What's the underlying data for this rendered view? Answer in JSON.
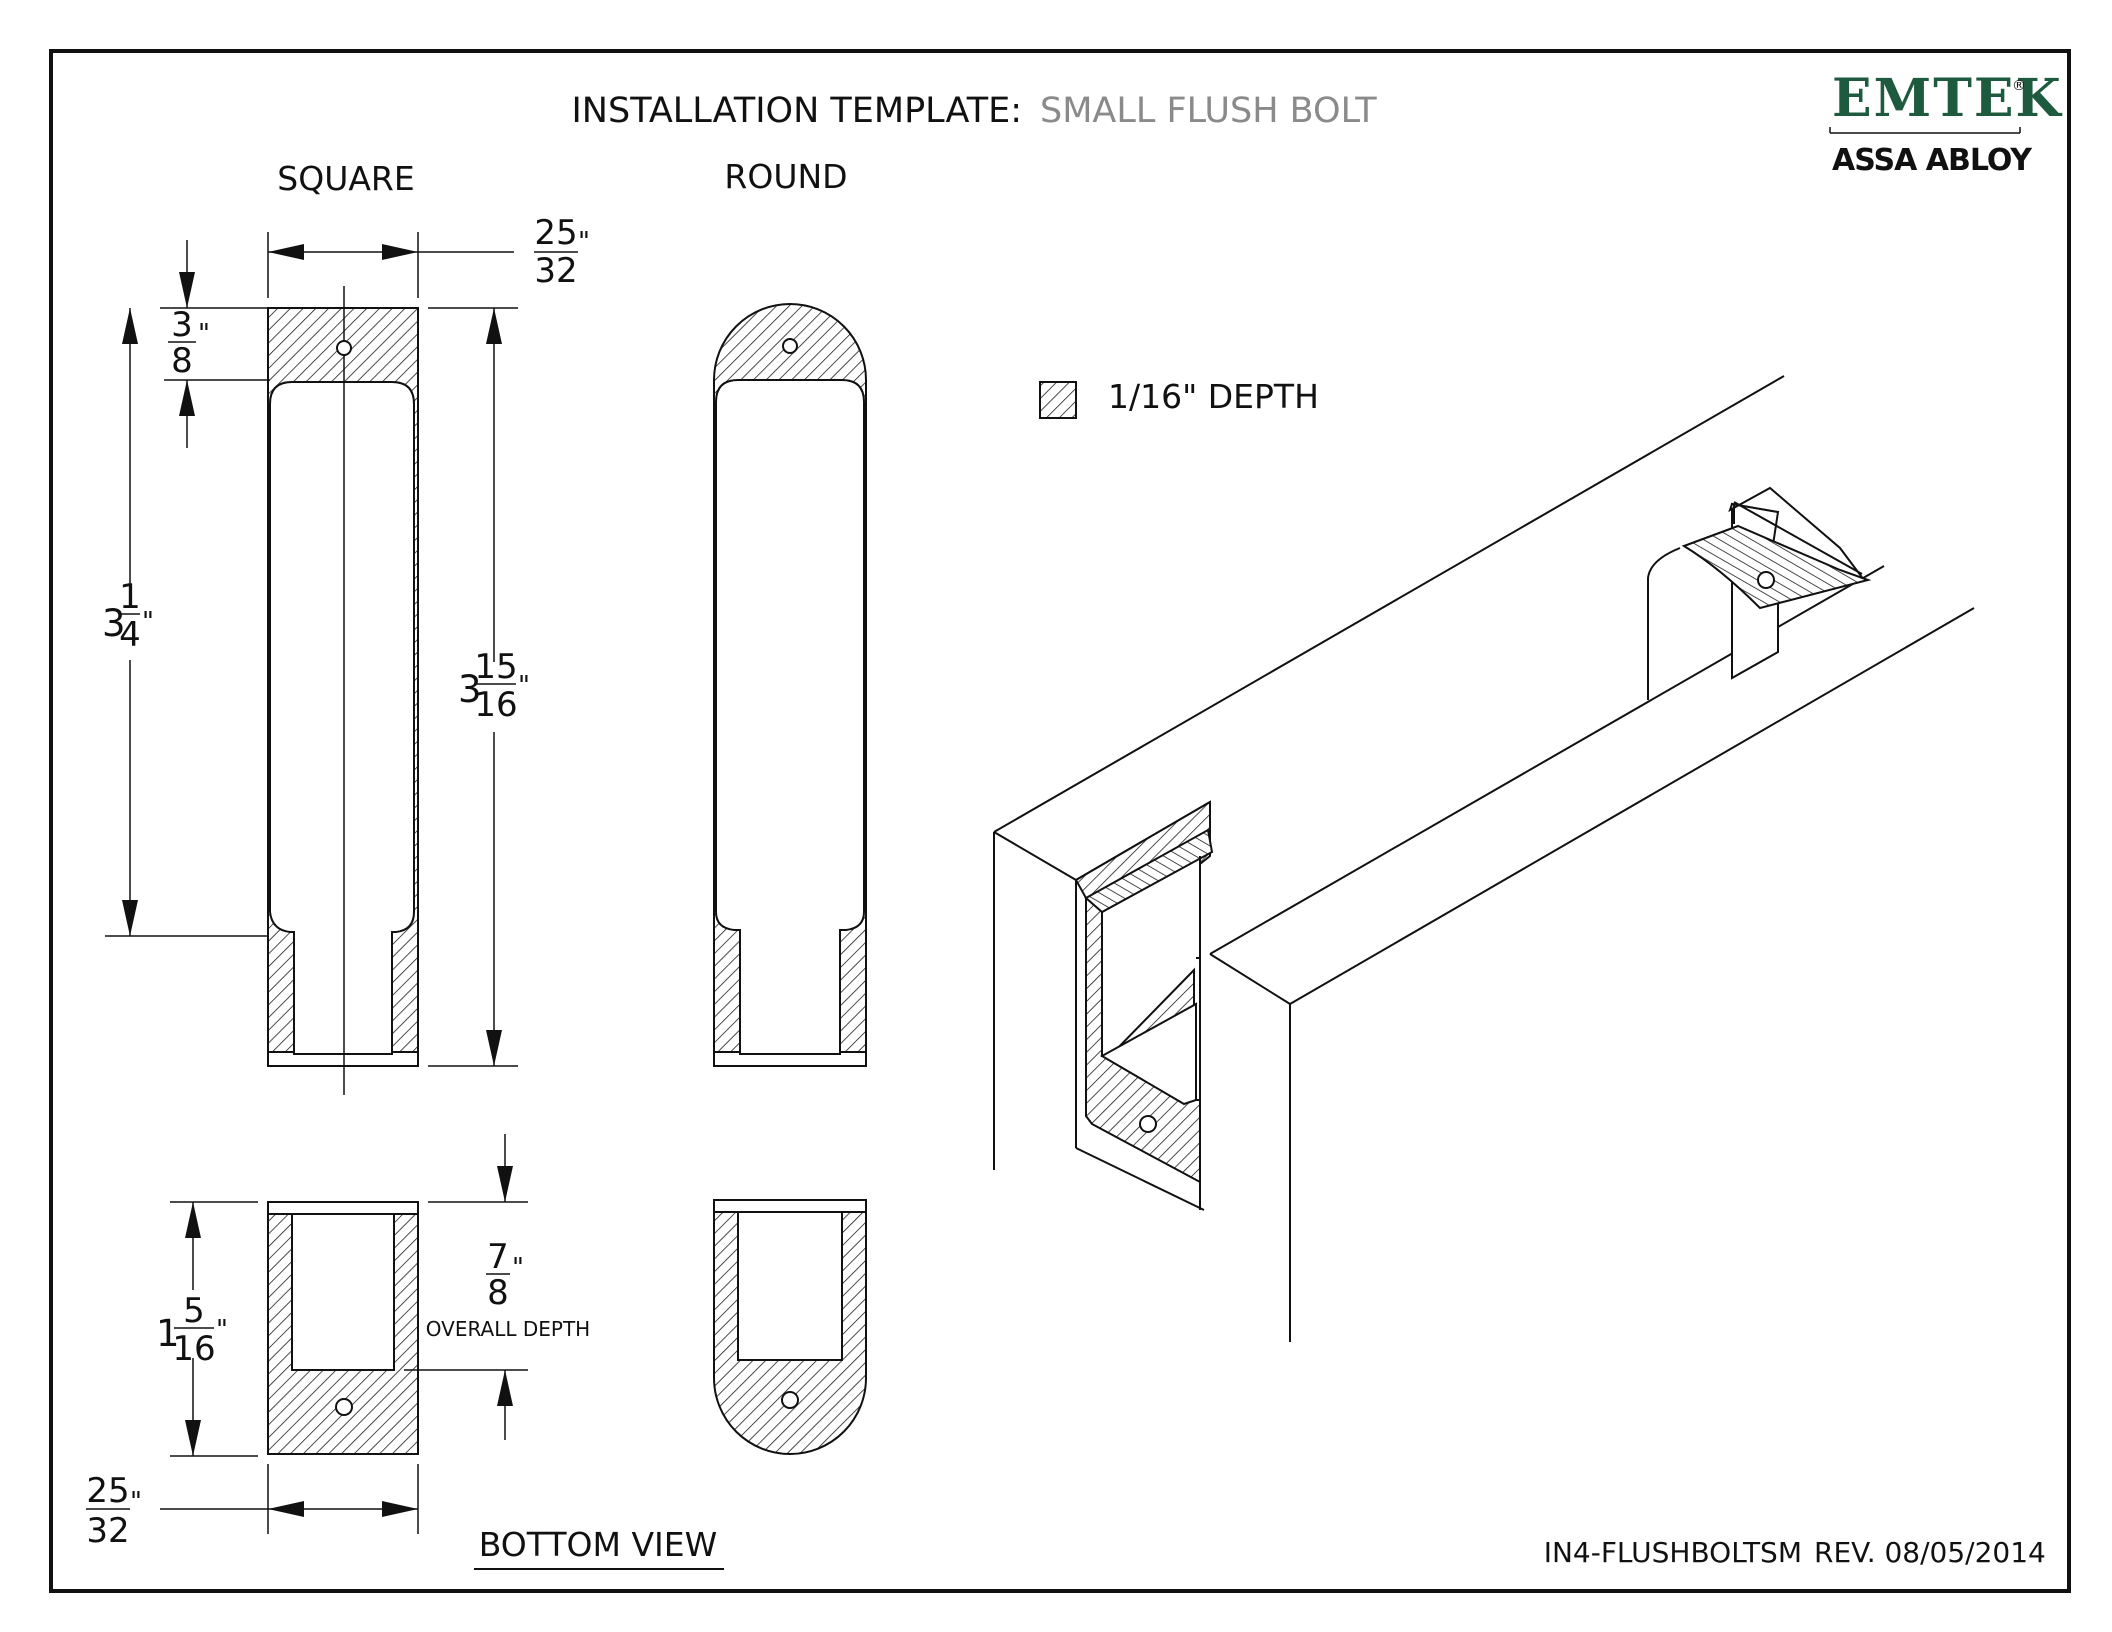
{
  "header": {
    "title_label": "INSTALLATION TEMPLATE:",
    "title_product": "SMALL FLUSH BOLT"
  },
  "brand": {
    "name": "EMTEK",
    "registered": "®",
    "parent": "ASSA ABLOY",
    "color": "#1e5a3e"
  },
  "views": {
    "square_label": "SQUARE",
    "round_label": "ROUND",
    "bottom_label": "BOTTOM VIEW"
  },
  "legend": {
    "text": "1/16\" DEPTH"
  },
  "dimensions": {
    "width_top": {
      "num": "25",
      "den": "32",
      "unit": "\""
    },
    "top_depth": {
      "num": "3",
      "den": "8",
      "unit": "\""
    },
    "length_inner": {
      "whole": "3",
      "num": "1",
      "den": "4",
      "unit": "\""
    },
    "length_overall": {
      "whole": "3",
      "num": "15",
      "den": "16",
      "unit": "\""
    },
    "bottom_height": {
      "whole": "1",
      "num": "5",
      "den": "16",
      "unit": "\""
    },
    "overall_depth": {
      "num": "7",
      "den": "8",
      "unit": "\"",
      "caption": "OVERALL DEPTH"
    },
    "width_bottom": {
      "num": "25",
      "den": "32",
      "unit": "\""
    }
  },
  "footer": {
    "doc_id": "IN4-FLUSHBOLTSM",
    "revision": "REV. 08/05/2014"
  }
}
